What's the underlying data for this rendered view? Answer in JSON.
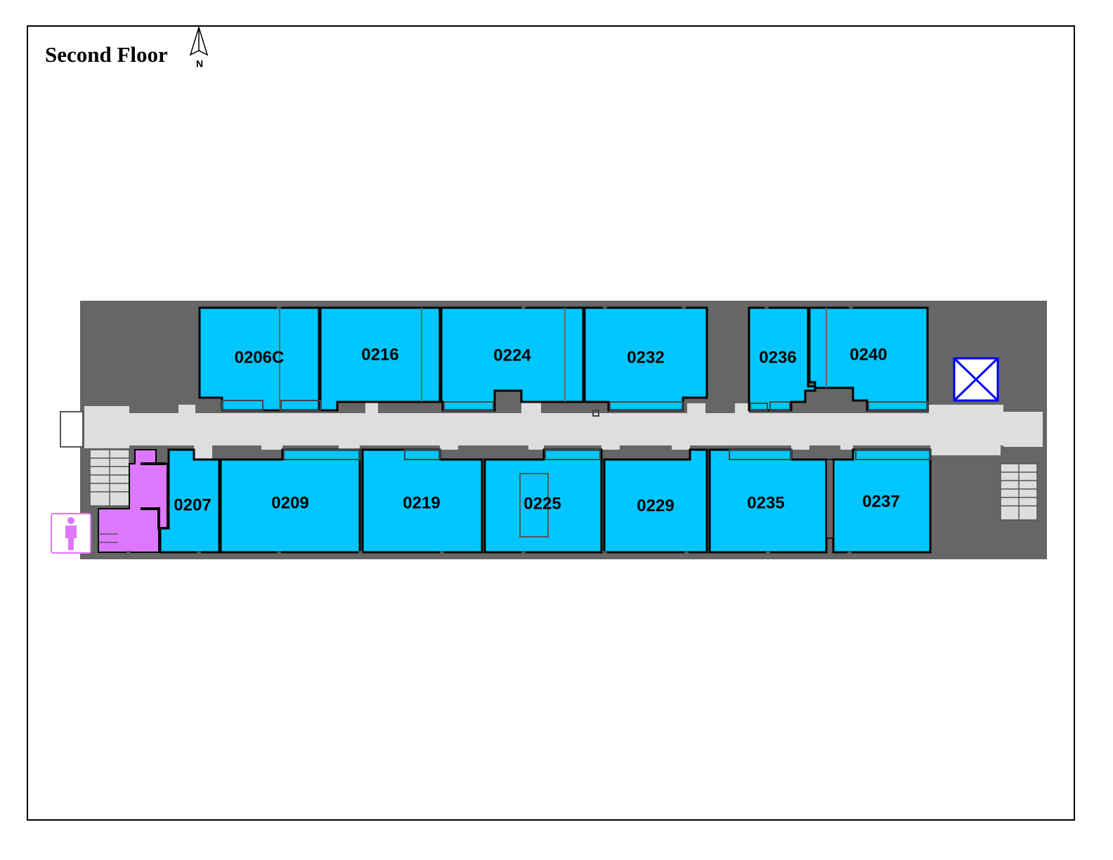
{
  "map": {
    "title": "Second Floor",
    "north_label": "N",
    "colors": {
      "room": "#00c6ff",
      "restroom": "#dd77ff",
      "corridor": "#dedede",
      "structure": "#666666",
      "elevator": "#0000ff"
    },
    "rooms_north": [
      "0206C",
      "0216",
      "0224",
      "0232",
      "0236",
      "0240"
    ],
    "rooms_south": [
      "0207",
      "0209",
      "0219",
      "0225",
      "0229",
      "0235",
      "0237"
    ],
    "legend_icons": {
      "restroom": "restroom-man-icon",
      "elevator": "elevator-icon",
      "north_arrow": "north-arrow-icon"
    }
  }
}
